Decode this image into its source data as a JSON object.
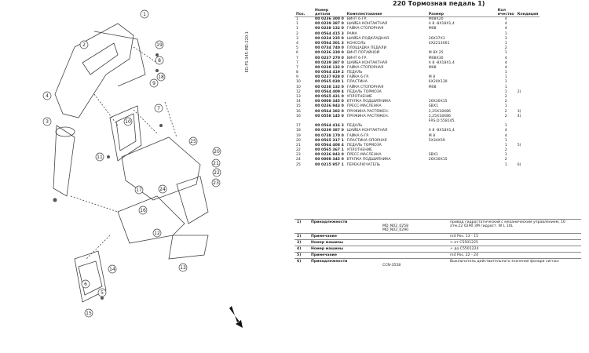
{
  "title": "220 Тормозная педаль  1)",
  "side_code": "ED-FS-345-MD-220-1",
  "headers": {
    "pos": "Поз.",
    "num": "Номер детали",
    "name": "Комплектование",
    "size": "Размер",
    "qty": "Кол\nичество",
    "cond": "Кондиция"
  },
  "rows": [
    {
      "pos": "1",
      "num": "00 0236 300 0",
      "name": "ВИНТ 6-ГР.",
      "size": "M08X20",
      "qty": "4",
      "cond": ""
    },
    {
      "pos": "1",
      "num": "00 0239 387 0",
      "name": "ШАЙБА КОНТАКТНАЯ",
      "size": "А 8 -8X18X1,4",
      "qty": "4",
      "cond": ""
    },
    {
      "pos": "1",
      "num": "00 0238 132 0",
      "name": "ГАЙКА СТОПОРНАЯ",
      "size": "M08",
      "qty": "4",
      "cond": ""
    },
    {
      "pos": "2",
      "num": "00 0564 415 3",
      "name": "РАМА",
      "size": "",
      "qty": "1",
      "cond": ""
    },
    {
      "pos": "3",
      "num": "00 0234 235 0",
      "name": "ШАЙБА ПОДКЛАДНАЯ",
      "size": "26X37X1",
      "qty": "3",
      "cond": ""
    },
    {
      "pos": "4",
      "num": "00 0564 301 3",
      "name": "КОНСОЛЬ",
      "size": "4X2213X61",
      "qty": "1",
      "cond": ""
    },
    {
      "pos": "5",
      "num": "00 0734 740 0",
      "name": "ПЛОЩАДКА ПЕДАЛИ",
      "size": "",
      "qty": "2",
      "cond": ""
    },
    {
      "pos": "6",
      "num": "00 0236 330 0",
      "name": "ВИНТ ПОТАЙНОЙ",
      "size": "M 8X 25",
      "qty": "1",
      "cond": ""
    },
    {
      "pos": "7",
      "num": "00 0237 270 0",
      "name": "ВИНТ 6-ГР.",
      "size": "M08X30",
      "qty": "4",
      "cond": ""
    },
    {
      "pos": "7",
      "num": "00 0239 387 0",
      "name": "ШАЙБА КОНТАКТНАЯ",
      "size": "А 8 -8X18X1,4",
      "qty": "4",
      "cond": ""
    },
    {
      "pos": "7",
      "num": "00 0238 132 0",
      "name": "ГАЙКА СТОПОРНАЯ",
      "size": "M08",
      "qty": "4",
      "cond": ""
    },
    {
      "pos": "8",
      "num": "00 0564 419 2",
      "name": "ПЕДАЛЬ",
      "size": "",
      "qty": "1",
      "cond": ""
    },
    {
      "pos": "9",
      "num": "00 0237 928 0",
      "name": "ГАЙКА 6-ГР.",
      "size": "M 8",
      "qty": "1",
      "cond": ""
    },
    {
      "pos": "10",
      "num": "00 0565 030 1",
      "name": "ПЛАСТИНА",
      "size": "6X20X139",
      "qty": "1",
      "cond": ""
    },
    {
      "pos": "10",
      "num": "00 0238 132 0",
      "name": "ГАЙКА СТОПОРНАЯ",
      "size": "M08",
      "qty": "1",
      "cond": ""
    },
    {
      "pos": "12",
      "num": "00 0564 409 4",
      "name": "ПЕДАЛЬ ТОРМОЗА",
      "size": "",
      "qty": "1",
      "cond": "2)"
    },
    {
      "pos": "13",
      "num": "00 0565 431 0",
      "name": "УПЛОТНЕНИЕ",
      "size": "",
      "qty": "2",
      "cond": ""
    },
    {
      "pos": "14",
      "num": "00 0008 345 0",
      "name": "ВТУЛКА ПОДШИПНИКА",
      "size": "26X30X15",
      "qty": "2",
      "cond": ""
    },
    {
      "pos": "15",
      "num": "00 0236 943 0",
      "name": "ПРЕСС-МАСЛЕНКА",
      "size": "SBX1",
      "qty": "1",
      "cond": ""
    },
    {
      "pos": "16",
      "num": "00 0564 382 0",
      "name": "ПРУЖИНА РАСТЯЖЕН.",
      "size": "2,25X18X86",
      "qty": "2",
      "cond": "3)"
    },
    {
      "pos": "16",
      "num": "00 0558 145 0",
      "name": "ПРУЖИНА РАСТЯЖЕН.",
      "size": "2,25X18X86",
      "qty": "2",
      "cond": "4)"
    },
    {
      "pos": "",
      "num": "",
      "name": "",
      "size": "FRS.D.558145.",
      "qty": "",
      "cond": ""
    },
    {
      "pos": "17",
      "num": "00 0564 416 3",
      "name": "ПЕДАЛЬ",
      "size": "",
      "qty": "1",
      "cond": ""
    },
    {
      "pos": "18",
      "num": "00 0239 387 0",
      "name": "ШАЙБА КОНТАКТНАЯ",
      "size": "А 8 -8X18X1,4",
      "qty": "4",
      "cond": ""
    },
    {
      "pos": "19",
      "num": "00 0738 170 0",
      "name": "ГАЙКА 6-ГР.",
      "size": "M 8",
      "qty": "4",
      "cond": ""
    },
    {
      "pos": "20",
      "num": "00 0565 317 1",
      "name": "ПЛАСТИНА ОПОРНАЯ",
      "size": "5X34X59",
      "qty": "1",
      "cond": ""
    },
    {
      "pos": "21",
      "num": "00 0564 408 4",
      "name": "ПЕДАЛЬ ТОРМОЗА",
      "size": "",
      "qty": "1",
      "cond": "5)"
    },
    {
      "pos": "22",
      "num": "00 0565 367 1",
      "name": "УПЛОТНЕНИЕ",
      "size": "",
      "qty": "2",
      "cond": ""
    },
    {
      "pos": "23",
      "num": "00 0236 943 0",
      "name": "ПРЕСС-МАСЛЕНКА",
      "size": "SBX1",
      "qty": "1",
      "cond": ""
    },
    {
      "pos": "24",
      "num": "00 0008 345 0",
      "name": "ВТУЛКА ПОДШИПНИКА",
      "size": "26X30X15",
      "qty": "2",
      "cond": ""
    },
    {
      "pos": "25",
      "num": "00 0215 957 1",
      "name": "ПЕРЕКЛЮЧАТЕЛЬ",
      "size": "",
      "qty": "1",
      "cond": "6)"
    }
  ],
  "notes": [
    {
      "key": "1)",
      "label": "Принадлежности",
      "v1": "\nMD_N02_0258\nMD_N02_0290",
      "v2": "привод гидростатический с механическим управлением, 10 атм.22 0290 ЗМ гидрост. W L 10L"
    },
    {
      "key": "2)",
      "label": "Примечание",
      "v1": "",
      "v2": "mit Pos. 13 - 15"
    },
    {
      "key": "3)",
      "label": "Номер машины",
      "v1": "",
      "v2": "> от C5501225"
    },
    {
      "key": "4)",
      "label": "Номер машины",
      "v1": "",
      "v2": "+ до C5501224"
    },
    {
      "key": "5)",
      "label": "Примечание",
      "v1": "",
      "v2": "mit Pos. 22 - 24"
    },
    {
      "key": "6)",
      "label": "Принадлежности",
      "v1": "\nCCN-3558",
      "v2": "Выключатель действительного значения фонари сигнал"
    }
  ],
  "callouts": [
    "1",
    "2",
    "3",
    "4",
    "5",
    "6",
    "7",
    "8",
    "9",
    "10",
    "11",
    "12",
    "13",
    "14",
    "15",
    "16",
    "17",
    "18",
    "19",
    "20",
    "21",
    "22",
    "23",
    "24",
    "25"
  ]
}
